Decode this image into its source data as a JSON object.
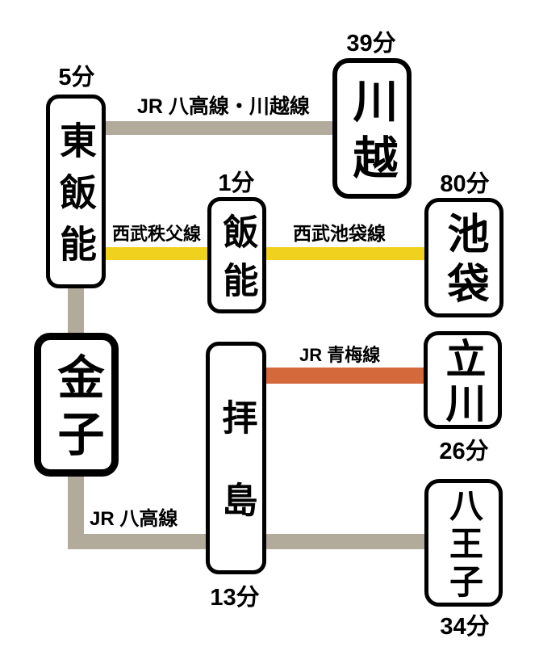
{
  "stations": [
    {
      "name": "東飯能",
      "time": "5分"
    },
    {
      "name": "川越",
      "time": "39分"
    },
    {
      "name": "飯能",
      "time": "1分"
    },
    {
      "name": "池袋",
      "time": "80分"
    },
    {
      "name": "金子",
      "time": ""
    },
    {
      "name": "拝島",
      "time": "13分"
    },
    {
      "name": "立川",
      "time": "26分"
    },
    {
      "name": "八王子",
      "time": "34分"
    }
  ],
  "lines": [
    {
      "name": "JR 八高線・川越線",
      "color": "#b2aa9a"
    },
    {
      "name": "西武秩父線",
      "color": "#f0d11d"
    },
    {
      "name": "西武池袋線",
      "color": "#f0d11d"
    },
    {
      "name": "JR 青梅線",
      "color": "#d4693b"
    },
    {
      "name": "JR 八高線",
      "color": "#b2aa9a"
    }
  ],
  "colors": {
    "background": "#ffffff",
    "box_border": "#000000",
    "text": "#000000"
  }
}
